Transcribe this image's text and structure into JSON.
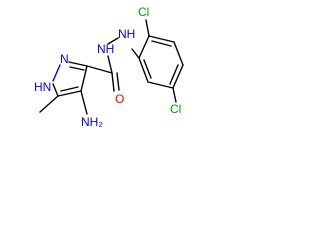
{
  "atoms": {
    "hn_ring": "HN",
    "n_ring": "N",
    "nh_hydrazide_1": "NH",
    "nh_hydrazide_2": "NH",
    "o_carbonyl": "O",
    "nh2": "NH₂",
    "cl_ortho": "Cl",
    "cl_para": "Cl"
  },
  "colors": {
    "carbon": "#000000",
    "nitrogen": "#0000ff",
    "oxygen": "#ff0000",
    "chlorine": "#00a300"
  }
}
